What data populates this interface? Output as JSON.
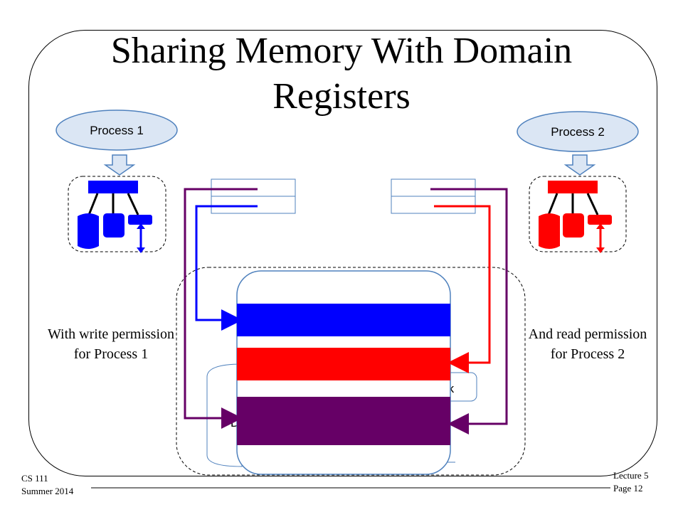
{
  "slide": {
    "title": "Sharing Memory With Domain Registers",
    "left_note": "With write permission for Process 1",
    "right_note": "And read permission for Process 2",
    "footer_left_line1": "CS 111",
    "footer_left_line2": "Summer 2014",
    "footer_right_line1": "Lecture 5",
    "footer_right_line2": "Page 12"
  },
  "diagram": {
    "process1_label": "Process 1",
    "process2_label": "Process 2",
    "partial_label_right": "rk",
    "partial_label_left": "D",
    "colors": {
      "process1": "#0000ff",
      "process2": "#ff0000",
      "shared": "#660066",
      "outline": "#4f81bd",
      "ellipse_fill": "#dbe6f4"
    }
  }
}
